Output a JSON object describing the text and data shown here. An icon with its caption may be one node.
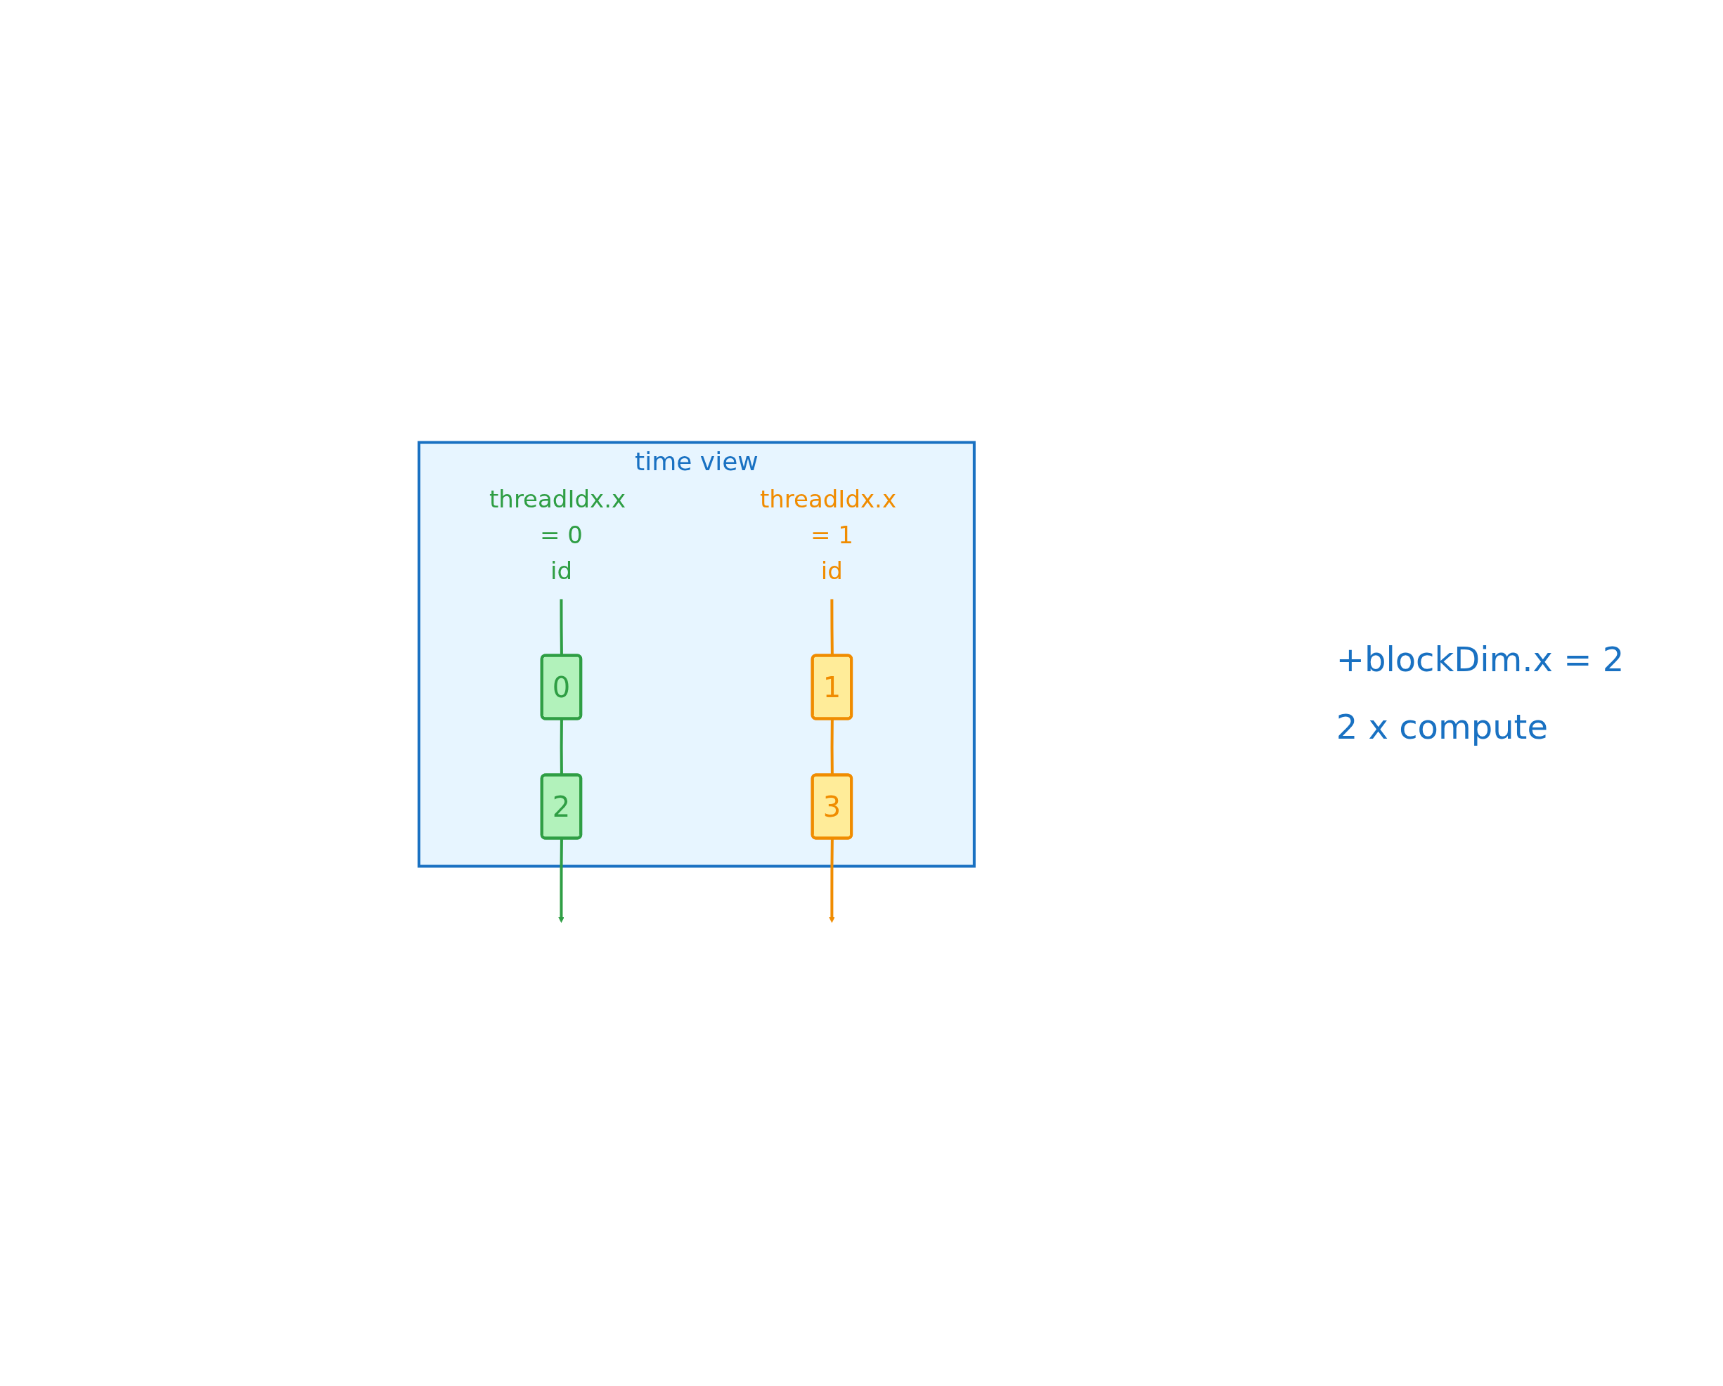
{
  "diagram": {
    "nodes": [
      {
        "text": [
          "time view"
        ]
      },
      {
        "text": [
          "threadIdx.x = 0",
          "id"
        ],
        "in": 0
      },
      {
        "text": [
          "0"
        ],
        "in": 0
      },
      {
        "text": [
          "2"
        ],
        "in": 0
      },
      {
        "text": [
          "threadIdx.x = 1",
          "id"
        ],
        "in": 0
      },
      {
        "text": [
          "1"
        ],
        "in": 0
      },
      {
        "text": [
          "3"
        ],
        "in": 0
      }
    ],
    "edges": [
      {
        "from": 1,
        "to": 2,
        "arrow": "none",
        "color": "#2f9e44"
      },
      {
        "from": 2,
        "to": 3,
        "arrow": "none",
        "color": "#2f9e44"
      },
      {
        "from": 3,
        "to": null,
        "arrow": "to",
        "color": "#2f9e44"
      },
      {
        "from": 4,
        "to": 5,
        "arrow": "none",
        "color": "#f08c00"
      },
      {
        "from": 5,
        "to": 6,
        "arrow": "none",
        "color": "#f08c00"
      },
      {
        "from": 6,
        "to": null,
        "arrow": "to",
        "color": "#f08c00"
      }
    ],
    "labels": [
      "+blockDim.x = 2",
      "2 x compute"
    ]
  }
}
